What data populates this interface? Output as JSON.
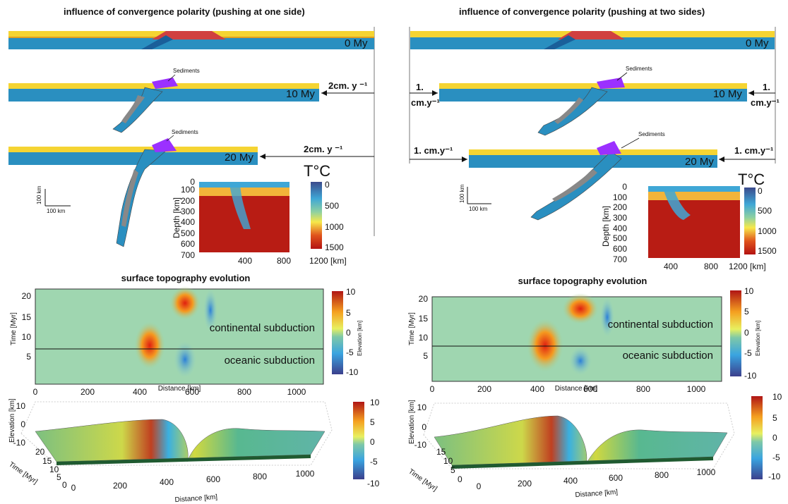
{
  "left": {
    "title": "influence of convergence polarity (pushing at one side)",
    "stages": [
      "0 My",
      "10 My",
      "20 My"
    ],
    "push": "2cm. y ⁻¹",
    "sediments": "Sediments",
    "scale": "100 km",
    "temp_title": "T°C",
    "depth_label": "Depth [km]",
    "depth_ticks": [
      "0",
      "100",
      "200",
      "300",
      "400",
      "500",
      "600",
      "700"
    ],
    "x_ticks": [
      "400",
      "800",
      "1200 [km]"
    ],
    "temp_ticks": [
      "0",
      "500",
      "1000",
      "1500"
    ]
  },
  "right": {
    "title": "influence of convergence polarity (pushing at  two sides)",
    "stages": [
      "0 My",
      "10 My",
      "20 My"
    ],
    "push_a": "1.",
    "push_a2": "cm.y⁻¹",
    "push_b": "1.  cm.y⁻¹",
    "sediments": "Sediments",
    "scale": "100 km",
    "temp_title": "T°C",
    "depth_label": "Depth [km]",
    "depth_ticks": [
      "0",
      "100",
      "200",
      "300",
      "400",
      "500",
      "600",
      "700"
    ],
    "x_ticks": [
      "400",
      "800",
      "1200 [km]"
    ],
    "temp_ticks": [
      "0",
      "500",
      "1000",
      "1500"
    ]
  },
  "topo": {
    "title": "surface topography evolution",
    "ylabel": "Time [Myr]",
    "xlabel": "Distance [km]",
    "y_ticks": [
      "20",
      "15",
      "10",
      "5"
    ],
    "x_ticks": [
      "0",
      "200",
      "400",
      "600",
      "800",
      "1000"
    ],
    "cb_ticks": [
      "10",
      "5",
      "0",
      "-5",
      "-10"
    ],
    "cb_label": "Elevation [km]",
    "upper": "continental subduction",
    "lower": "oceanic subduction"
  },
  "surf3d": {
    "zlabel": "Elevation [km]",
    "z_ticks": [
      "10",
      "0",
      "-10"
    ],
    "tlabel": "Time [Myr]",
    "t_ticks": [
      "20",
      "15",
      "10",
      "5",
      "0"
    ],
    "t_ticks_right": [
      "15",
      "10",
      "5",
      "0"
    ],
    "xlabel": "Distance [km]",
    "x_ticks": [
      "0",
      "200",
      "400",
      "600",
      "800",
      "1000"
    ],
    "cb_ticks": [
      "10",
      "5",
      "0",
      "-5",
      "-10"
    ]
  },
  "colors": {
    "crust_yellow": "#f5d432",
    "mantle_blue": "#2a8fc0",
    "ocean_blue": "#1a6fb0",
    "sediment_purple": "#9b30ff",
    "hot_red": "#c0201a"
  }
}
